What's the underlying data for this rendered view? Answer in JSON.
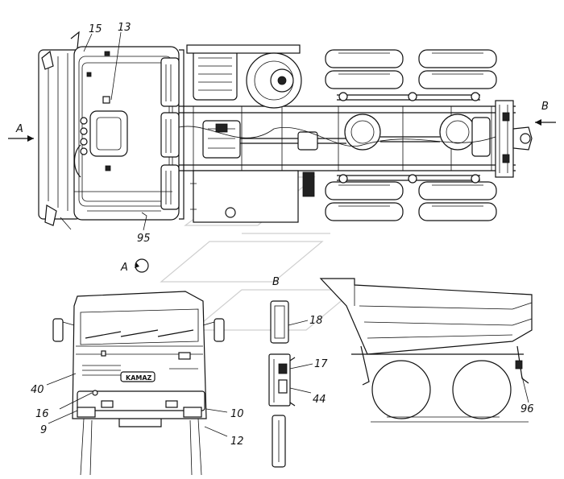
{
  "labels": {
    "l15": "15",
    "l13": "13",
    "l95": "95",
    "lA_left": "A",
    "lA_view": "A",
    "lB_right": "B",
    "lB_view": "B",
    "l18": "18",
    "l17": "17",
    "l44": "44",
    "l40": "40",
    "l16": "16",
    "l9": "9",
    "l10": "10",
    "l12": "12",
    "l96": "96"
  },
  "logo_text": "KAMAZ"
}
